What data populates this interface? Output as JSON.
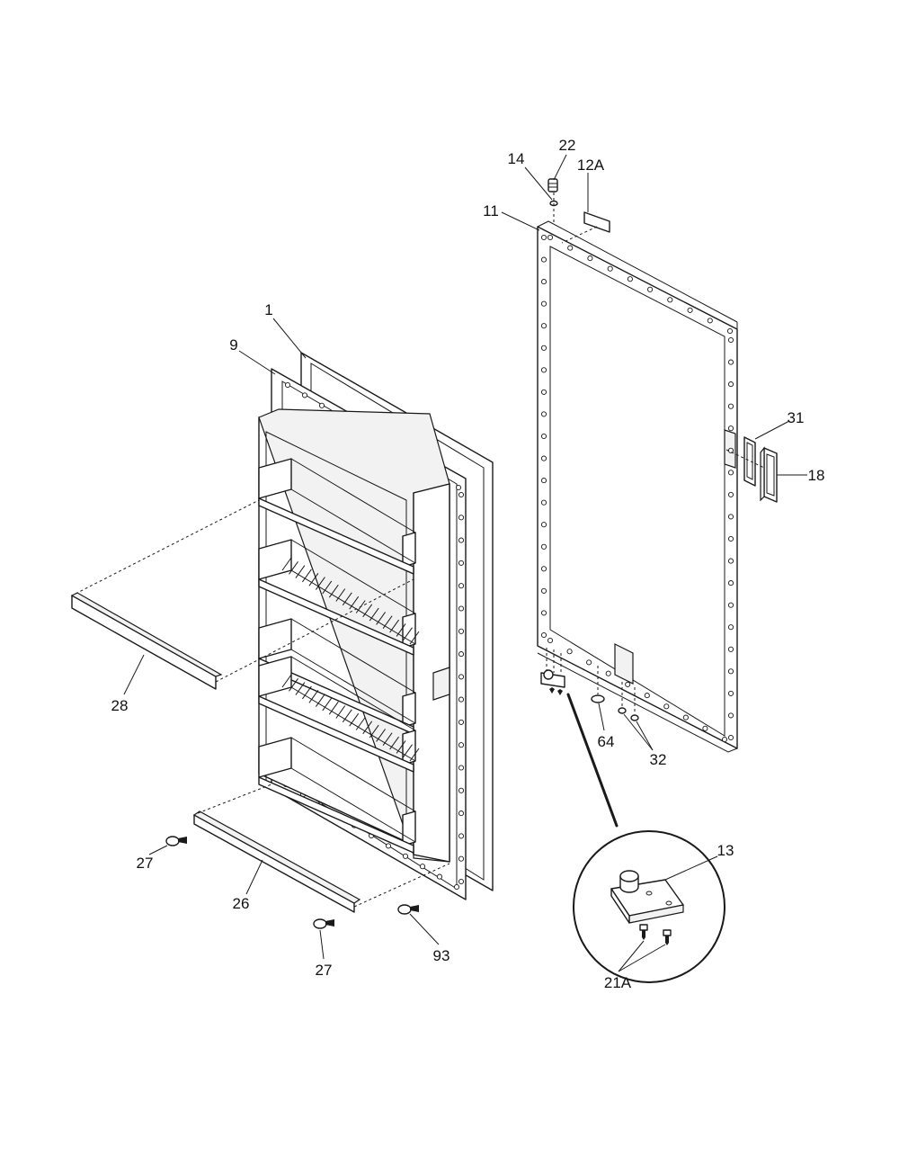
{
  "diagram": {
    "type": "exploded parts diagram",
    "callouts": [
      {
        "id": "c22",
        "text": "22"
      },
      {
        "id": "c14",
        "text": "14"
      },
      {
        "id": "c12a",
        "text": "12A"
      },
      {
        "id": "c11",
        "text": "11"
      },
      {
        "id": "c1",
        "text": "1"
      },
      {
        "id": "c9",
        "text": "9"
      },
      {
        "id": "c31",
        "text": "31"
      },
      {
        "id": "c18",
        "text": "18"
      },
      {
        "id": "c28",
        "text": "28"
      },
      {
        "id": "c64",
        "text": "64"
      },
      {
        "id": "c32",
        "text": "32"
      },
      {
        "id": "c27a",
        "text": "27"
      },
      {
        "id": "c26",
        "text": "26"
      },
      {
        "id": "c93",
        "text": "93"
      },
      {
        "id": "c27b",
        "text": "27"
      },
      {
        "id": "c13",
        "text": "13"
      },
      {
        "id": "c21a",
        "text": "21A"
      }
    ]
  }
}
